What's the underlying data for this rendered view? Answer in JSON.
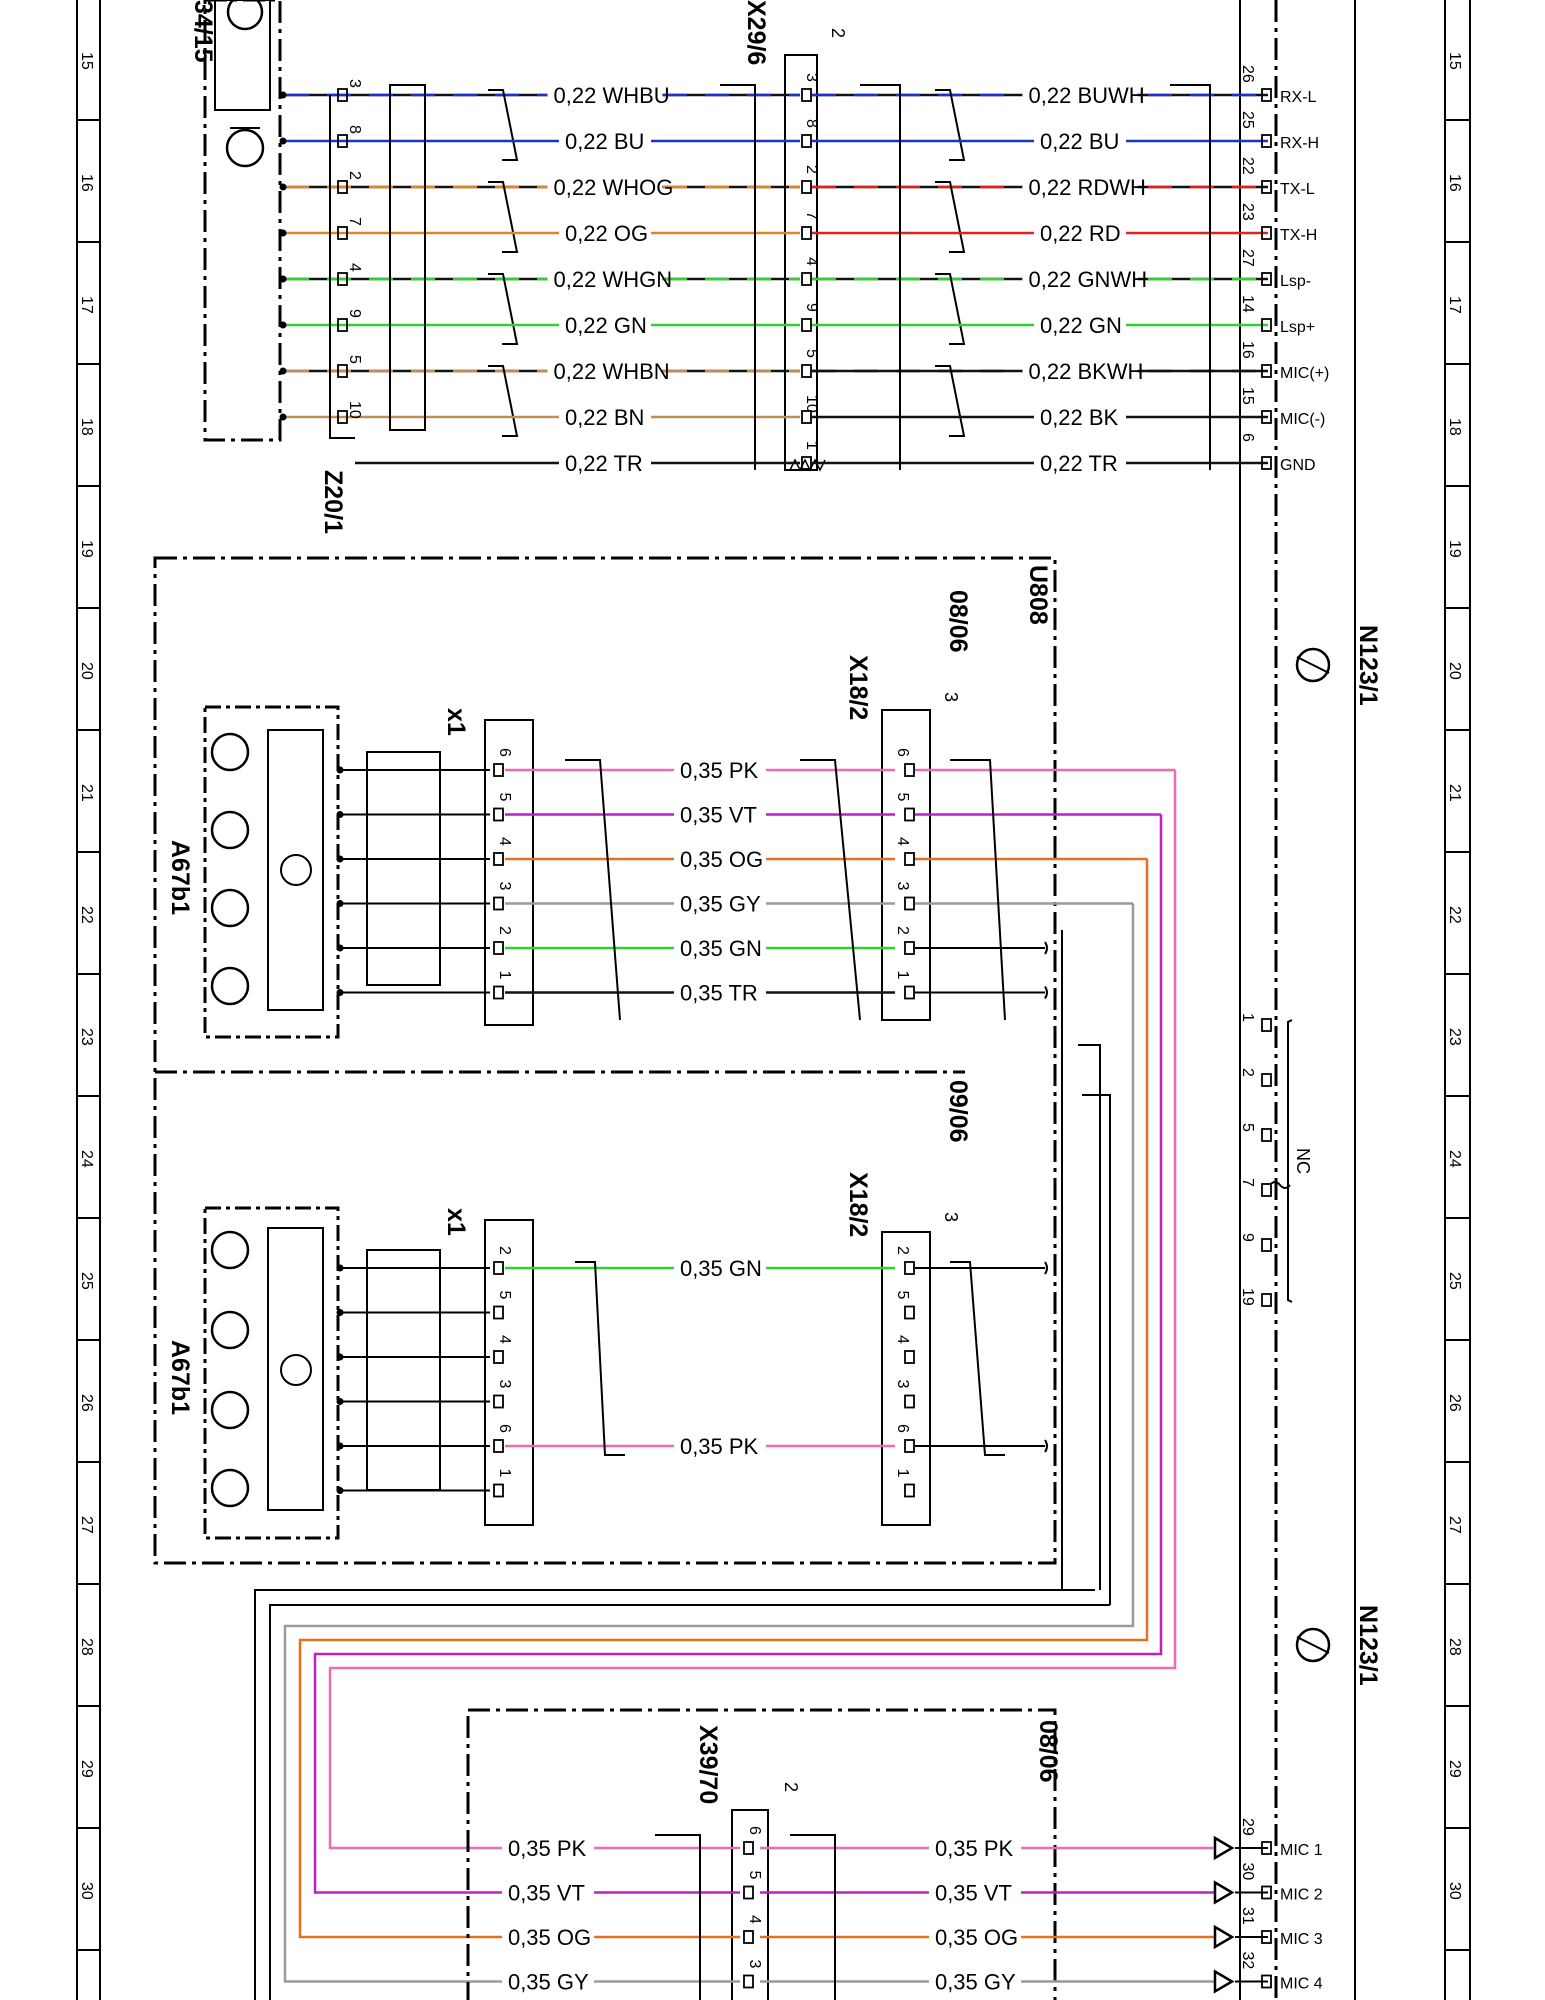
{
  "diagram": {
    "ruler_numbers": [
      "15",
      "16",
      "17",
      "18",
      "19",
      "20",
      "21",
      "22",
      "23",
      "24",
      "25",
      "26",
      "27",
      "28",
      "29",
      "30"
    ],
    "components": {
      "b34_15": "34/15",
      "x29_6": "X29/6",
      "z20_1": "Z20/1",
      "u808": "U808",
      "n123_1_a": "N123/1",
      "n123_1_b": "N123/1",
      "a67b1_a": "A67b1",
      "a67b1_b": "A67b1",
      "x18_2_a": "X18/2",
      "x18_2_b": "X18/2",
      "x39_70": "X39/70",
      "x1_a": "x1",
      "x1_b": "x1",
      "version_08_06_a": "08/06",
      "version_09_06": "09/06",
      "version_08_06_b": "08/06",
      "nc": "NC"
    },
    "connector_numbers": {
      "x29_6": "2",
      "x18_2_a": "3",
      "x18_2_b": "3",
      "x39_70": "2"
    },
    "nc_pins": [
      "1",
      "2",
      "5",
      "7",
      "9",
      "19"
    ],
    "top_wires": [
      {
        "pin_a": "3",
        "label_a": "0,22 WHBU",
        "pin_b": "3",
        "label_b": "0,22 BUWH",
        "pin_n": "26",
        "signal": "RX-L",
        "color_a": "#1a33cc",
        "color_b": "#1a33cc",
        "stripe": true
      },
      {
        "pin_a": "8",
        "label_a": "0,22 BU",
        "pin_b": "8",
        "label_b": "0,22 BU",
        "pin_n": "25",
        "signal": "RX-H",
        "color_a": "#1a33cc",
        "color_b": "#1a33cc",
        "stripe": false
      },
      {
        "pin_a": "2",
        "label_a": "0,22 WHOG",
        "pin_b": "2",
        "label_b": "0,22 RDWH",
        "pin_n": "22",
        "signal": "TX-L",
        "color_a": "#e0862a",
        "color_b": "#e02020",
        "stripe": true
      },
      {
        "pin_a": "7",
        "label_a": "0,22 OG",
        "pin_b": "7",
        "label_b": "0,22 RD",
        "pin_n": "23",
        "signal": "TX-H",
        "color_a": "#e0862a",
        "color_b": "#e02020",
        "stripe": false
      },
      {
        "pin_a": "4",
        "label_a": "0,22 WHGN",
        "pin_b": "4",
        "label_b": "0,22 GNWH",
        "pin_n": "27",
        "signal": "Lsp-",
        "color_a": "#2fd32f",
        "color_b": "#2fd32f",
        "stripe": true
      },
      {
        "pin_a": "9",
        "label_a": "0,22 GN",
        "pin_b": "9",
        "label_b": "0,22 GN",
        "pin_n": "14",
        "signal": "Lsp+",
        "color_a": "#2fd32f",
        "color_b": "#2fd32f",
        "stripe": false
      },
      {
        "pin_a": "5",
        "label_a": "0,22 WHBN",
        "pin_b": "5",
        "label_b": "0,22 BKWH",
        "pin_n": "16",
        "signal": "MIC(+)",
        "color_a": "#c08c58",
        "color_b": "#111111",
        "stripe": true
      },
      {
        "pin_a": "10",
        "label_a": "0,22 BN",
        "pin_b": "10",
        "label_b": "0,22 BK",
        "pin_n": "15",
        "signal": "MIC(-)",
        "color_a": "#c08c58",
        "color_b": "#111111",
        "stripe": false
      },
      {
        "pin_a": "",
        "label_a": "0,22 TR",
        "pin_b": "1",
        "label_b": "0,22 TR",
        "pin_n": "6",
        "signal": "GND",
        "color_a": "#111111",
        "color_b": "#111111",
        "stripe": false
      }
    ],
    "mid_wires": [
      {
        "pin_x1": "6",
        "label": "0,35 PK",
        "pin_x18": "6",
        "color": "#ef6ab6"
      },
      {
        "pin_x1": "5",
        "label": "0,35 VT",
        "pin_x18": "5",
        "color": "#c21ec8"
      },
      {
        "pin_x1": "4",
        "label": "0,35 OG",
        "pin_x18": "4",
        "color": "#e8701c"
      },
      {
        "pin_x1": "3",
        "label": "0,35 GY",
        "pin_x18": "3",
        "color": "#9a9a9a"
      },
      {
        "pin_x1": "2",
        "label": "0,35 GN",
        "pin_x18": "2",
        "color": "#2fd32f"
      },
      {
        "pin_x1": "1",
        "label": "0,35 TR",
        "pin_x18": "1",
        "color": "#111111"
      }
    ],
    "lower_pins": [
      "2",
      "5",
      "4",
      "3",
      "6",
      "1"
    ],
    "lower_wires": [
      {
        "label": "0,35 GN",
        "color": "#2fd32f"
      },
      {
        "label": "0,35 PK",
        "color": "#ef6ab6"
      }
    ],
    "bottom_wires": [
      {
        "label_a": "0,35 PK",
        "pin": "6",
        "label_b": "0,35 PK",
        "pin_n": "29",
        "signal": "MIC 1",
        "color": "#ef6ab6"
      },
      {
        "label_a": "0,35 VT",
        "pin": "5",
        "label_b": "0,35 VT",
        "pin_n": "30",
        "signal": "MIC 2",
        "color": "#c21ec8"
      },
      {
        "label_a": "0,35 OG",
        "pin": "4",
        "label_b": "0,35 OG",
        "pin_n": "31",
        "signal": "MIC 3",
        "color": "#e8701c"
      },
      {
        "label_a": "0,35 GY",
        "pin": "3",
        "label_b": "0,35 GY",
        "pin_n": "32",
        "signal": "MIC 4",
        "color": "#9a9a9a"
      }
    ]
  }
}
